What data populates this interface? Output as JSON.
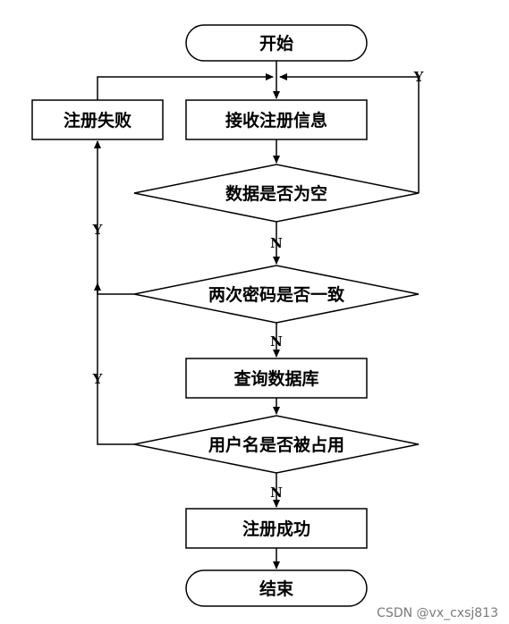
{
  "flowchart": {
    "nodes": {
      "start": "开始",
      "receive": "接收注册信息",
      "fail": "注册失败",
      "empty_check": "数据是否为空",
      "password_check": "两次密码是否一致",
      "query_db": "查询数据库",
      "username_check": "用户名是否被占用",
      "success": "注册成功",
      "end": "结束"
    },
    "edge_labels": {
      "empty_yes": "Y",
      "empty_no": "N",
      "password_mismatch": "Y",
      "password_match": "N",
      "username_taken": "Y",
      "username_free": "N"
    }
  },
  "watermark": "CSDN @vx_cxsj813"
}
